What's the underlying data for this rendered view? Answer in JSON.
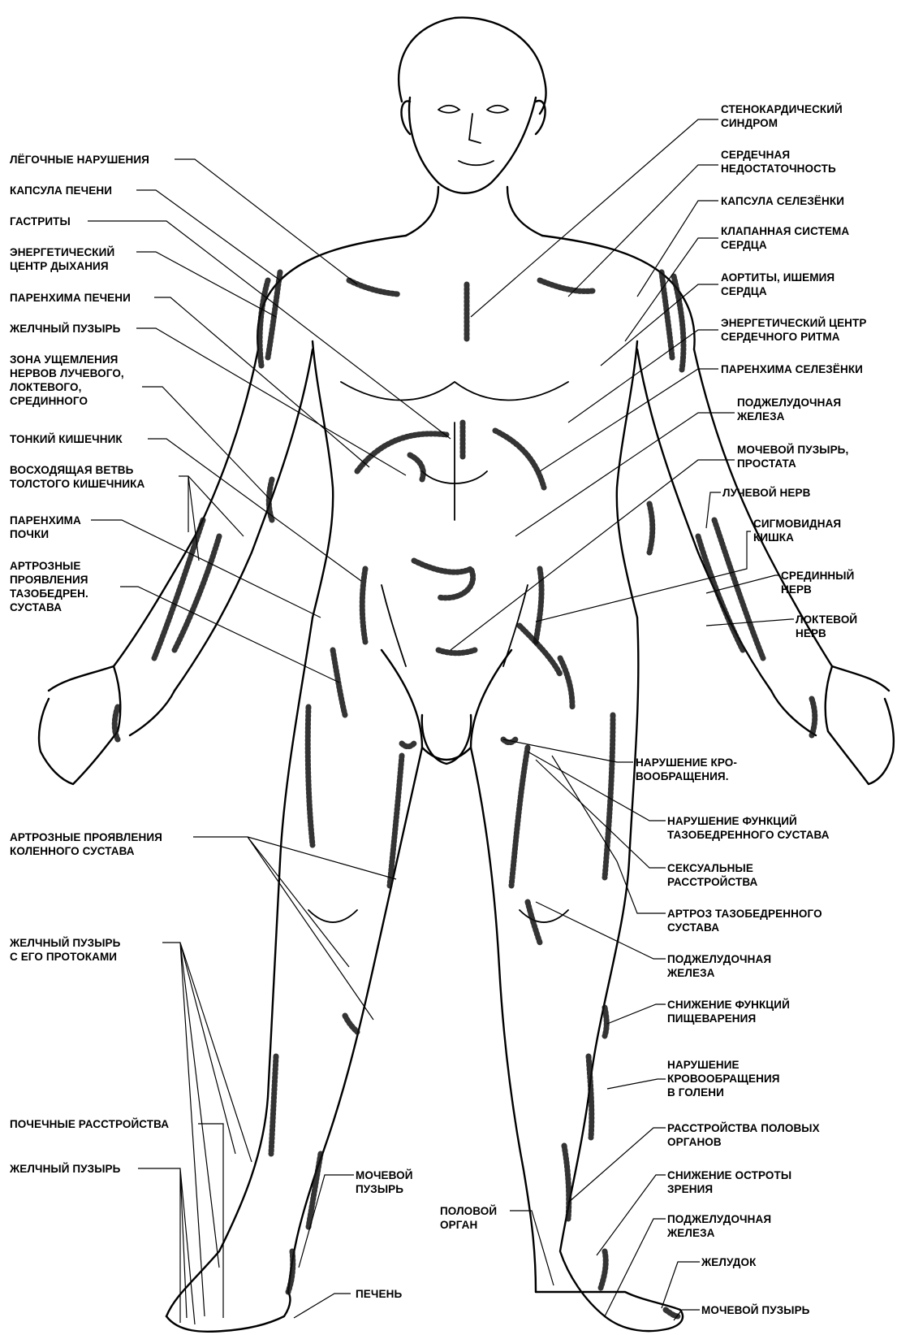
{
  "labels_left": [
    "ЛЁГОЧНЫЕ НАРУШЕНИЯ",
    "КАПСУЛА ПЕЧЕНИ",
    "ГАСТРИТЫ",
    "ЭНЕРГЕТИЧЕСКИЙ\nЦЕНТР ДЫХАНИЯ",
    "ПАРЕНХИМА ПЕЧЕНИ",
    "ЖЕЛЧНЫЙ ПУЗЫРЬ",
    "ЗОНА УЩЕМЛЕНИЯ\nНЕРВОВ ЛУЧЕВОГО,\nЛОКТЕВОГО,\nСРЕДИННОГО",
    "ТОНКИЙ КИШЕЧНИК",
    "ВОСХОДЯЩАЯ ВЕТВЬ\nТОЛСТОГО КИШЕЧНИКА",
    "ПАРЕНХИМА\nПОЧКИ",
    "АРТРОЗНЫЕ\nПРОЯВЛЕНИЯ\nТАЗОБЕДРЕН.\nСУСТАВА",
    "АРТРОЗНЫЕ ПРОЯВЛЕНИЯ\nКОЛЕННОГО СУСТАВА",
    "ЖЕЛЧНЫЙ ПУЗЫРЬ\nС ЕГО ПРОТОКАМИ",
    "ПОЧЕЧНЫЕ РАССТРОЙСТВА",
    "ЖЕЛЧНЫЙ ПУЗЫРЬ"
  ],
  "labels_right": [
    "СТЕНОКАРДИЧЕСКИЙ\nСИНДРОМ",
    "СЕРДЕЧНАЯ\nНЕДОСТАТОЧНОСТЬ",
    "КАПСУЛА СЕЛЕЗЁНКИ",
    "КЛАПАННАЯ СИСТЕМА\nСЕРДЦА",
    "АОРТИТЫ, ИШЕМИЯ\nСЕРДЦА",
    "ЭНЕРГЕТИЧЕСКИЙ ЦЕНТР\nСЕРДЕЧНОГО РИТМА",
    "ПАРЕНХИМА СЕЛЕЗЁНКИ",
    "ПОДЖЕЛУДОЧНАЯ\nЖЕЛЕЗА",
    "МОЧЕВОЙ ПУЗЫРЬ,\nПРОСТАТА",
    "ЛУЧЕВОЙ НЕРВ",
    "СИГМОВИДНАЯ\nКИШКА",
    "СРЕДИННЫЙ\nНЕРВ",
    "ЛОКТЕВОЙ\nНЕРВ",
    "НАРУШЕНИЕ КРО-\nВООБРАЩЕНИЯ.",
    "НАРУШЕНИЕ ФУНКЦИЙ\nТАЗОБЕДРЕННОГО СУСТАВА",
    "СЕКСУАЛЬНЫЕ\nРАССТРОЙСТВА",
    "АРТРОЗ ТАЗОБЕДРЕННОГО\nСУСТАВА",
    "ПОДЖЕЛУДОЧНАЯ\nЖЕЛЕЗА",
    "СНИЖЕНИЕ ФУНКЦИЙ\nПИЩЕВАРЕНИЯ",
    "НАРУШЕНИЕ\nКРОВООБРАЩЕНИЯ\nВ ГОЛЕНИ",
    "РАССТРОЙСТВА ПОЛОВЫХ\nОРГАНОВ",
    "СНИЖЕНИЕ ОСТРОТЫ\nЗРЕНИЯ",
    "ПОДЖЕЛУДОЧНАЯ\nЖЕЛЕЗА",
    "ЖЕЛУДОК",
    "МОЧЕВОЙ ПУЗЫРЬ"
  ],
  "labels_bottom": [
    "МОЧЕВОЙ\nПУЗЫРЬ",
    "ПЕЧЕНЬ",
    "ПОЛОВОЙ\nОРГАН"
  ]
}
